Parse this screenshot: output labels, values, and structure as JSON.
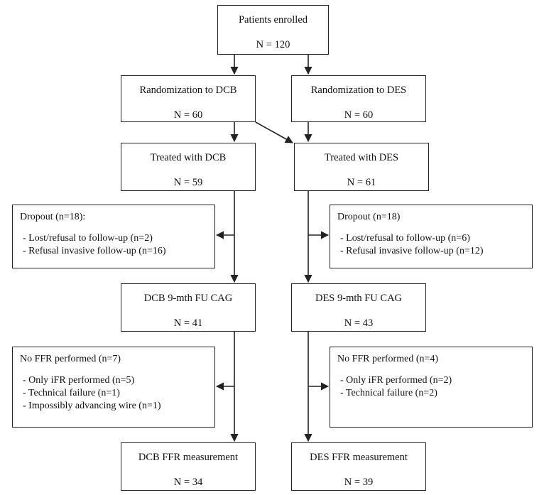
{
  "diagram": {
    "nodes": {
      "enrolled": {
        "title": "Patients enrolled",
        "n": "N = 120"
      },
      "rand_dcb": {
        "title": "Randomization to DCB",
        "n": "N = 60"
      },
      "rand_des": {
        "title": "Randomization to DES",
        "n": "N = 60"
      },
      "treat_dcb": {
        "title": "Treated with DCB",
        "n": "N = 59"
      },
      "treat_des": {
        "title": "Treated with DES",
        "n": "N = 61"
      },
      "fu_dcb": {
        "title": "DCB 9-mth FU CAG",
        "n": "N = 41"
      },
      "fu_des": {
        "title": "DES 9-mth FU CAG",
        "n": "N = 43"
      },
      "ffr_dcb": {
        "title": "DCB FFR measurement",
        "n": "N = 34"
      },
      "ffr_des": {
        "title": "DES FFR measurement",
        "n": "N = 39"
      }
    },
    "side_boxes": {
      "dropout_dcb": {
        "header": "Dropout (n=18):",
        "items": [
          "Lost/refusal to follow-up (n=2)",
          "Refusal invasive follow-up (n=16)"
        ]
      },
      "dropout_des": {
        "header": "Dropout (n=18)",
        "items": [
          "Lost/refusal to follow-up (n=6)",
          "Refusal invasive follow-up (n=12)"
        ]
      },
      "noffr_dcb": {
        "header": "No FFR performed (n=7)",
        "items": [
          "Only iFR performed (n=5)",
          "Technical failure (n=1)",
          "Impossibly advancing wire (n=1)"
        ]
      },
      "noffr_des": {
        "header": "No FFR performed (n=4)",
        "items": [
          "Only iFR performed (n=2)",
          "Technical failure (n=2)"
        ]
      }
    },
    "links": [
      {
        "from": "enrolled",
        "to": "rand_dcb"
      },
      {
        "from": "enrolled",
        "to": "rand_des"
      },
      {
        "from": "rand_dcb",
        "to": "treat_dcb"
      },
      {
        "from": "rand_dcb",
        "to": "treat_des"
      },
      {
        "from": "rand_des",
        "to": "treat_des"
      },
      {
        "from": "treat_dcb",
        "to": "fu_dcb"
      },
      {
        "from": "treat_des",
        "to": "fu_des"
      },
      {
        "from": "fu_dcb",
        "to": "ffr_dcb"
      },
      {
        "from": "fu_des",
        "to": "ffr_des"
      },
      {
        "from": "treat_dcb",
        "to": "dropout_dcb"
      },
      {
        "from": "treat_des",
        "to": "dropout_des"
      },
      {
        "from": "fu_dcb",
        "to": "noffr_dcb"
      },
      {
        "from": "fu_des",
        "to": "noffr_des"
      }
    ],
    "colors": {
      "line": "#222222",
      "box_border": "#222222",
      "background": "#ffffff"
    }
  }
}
